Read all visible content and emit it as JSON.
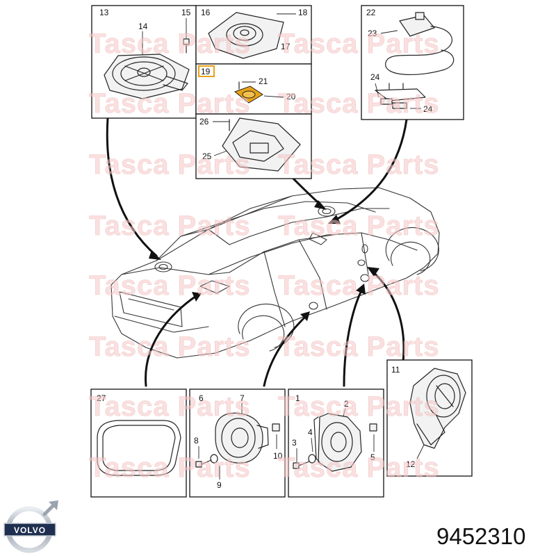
{
  "part_number": "9452310",
  "logo": {
    "brand": "VOLVO",
    "icon": "volvo-iron-mark-icon"
  },
  "watermark": "Tasca Parts",
  "callouts": {
    "box_rear_speaker": [
      "13",
      "14",
      "15"
    ],
    "box_top_center": [
      "16",
      "17",
      "18",
      "19",
      "20",
      "21"
    ],
    "box_center_module": [
      "25",
      "26"
    ],
    "box_cable": [
      "22",
      "23",
      "24",
      "24"
    ],
    "box_trim_27": [
      "27"
    ],
    "box_door_rear": [
      "6",
      "7",
      "8",
      "9",
      "10"
    ],
    "box_door_front": [
      "1",
      "2",
      "3",
      "4",
      "5"
    ],
    "box_sub": [
      "11",
      "12"
    ]
  },
  "highlight": {
    "label": "19",
    "color": "#e8a317"
  },
  "colors": {
    "watermark": "#f6c6c6",
    "highlight": "#e8a317",
    "logo": "#1f2f4f"
  }
}
